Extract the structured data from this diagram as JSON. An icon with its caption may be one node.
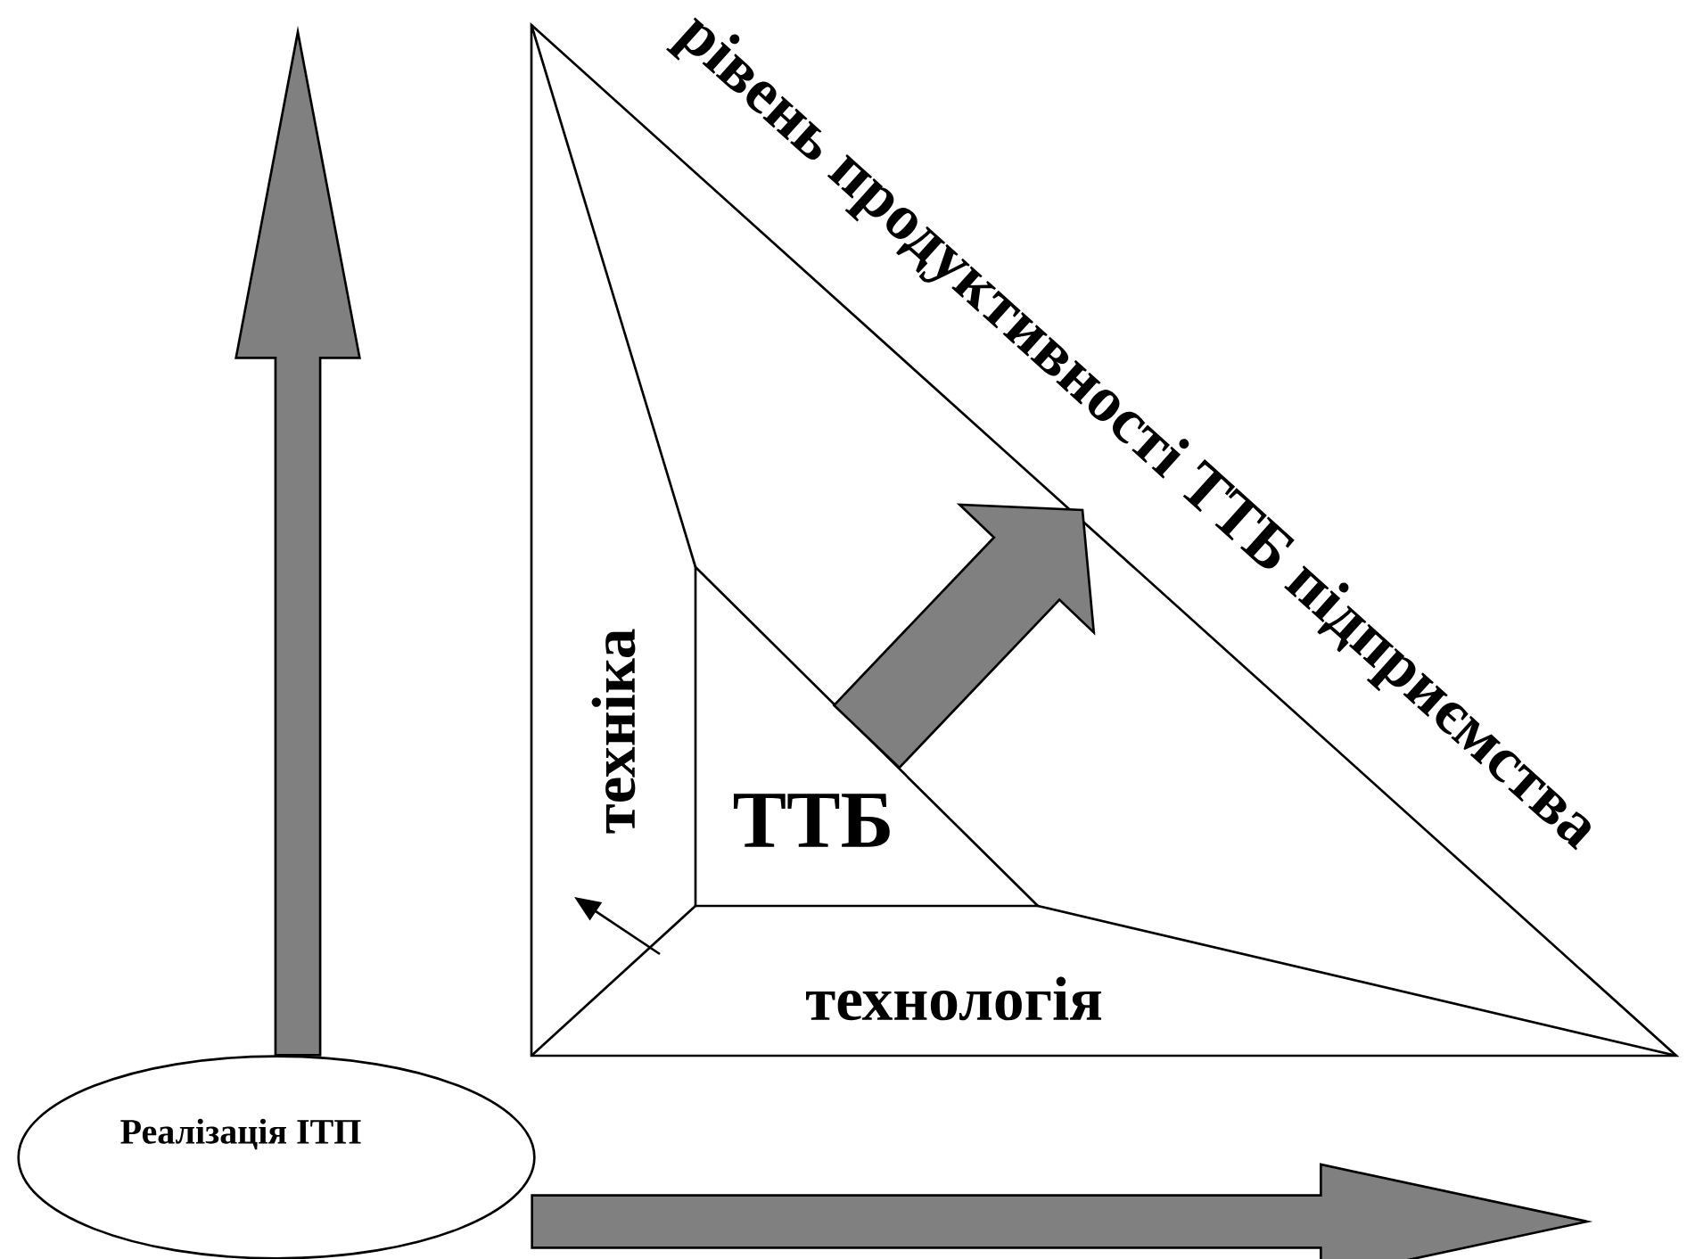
{
  "diagram": {
    "nodes": [
      {
        "text": [
          "Реалізація ІТП"
        ]
      },
      {
        "text": [
          "рівень продуктивності ТТБ підприємства"
        ]
      },
      {
        "text": [
          "ТТБ"
        ],
        "in": 1
      }
    ],
    "edges": [
      {
        "from": 0,
        "to": null,
        "arrow": "to",
        "style": "thick"
      },
      {
        "from": 0,
        "to": null,
        "arrow": "to",
        "style": "thick"
      },
      {
        "from": 2,
        "to": 1,
        "arrow": "to",
        "style": "thick"
      }
    ],
    "labels": [
      "техніка",
      "технологія"
    ]
  }
}
